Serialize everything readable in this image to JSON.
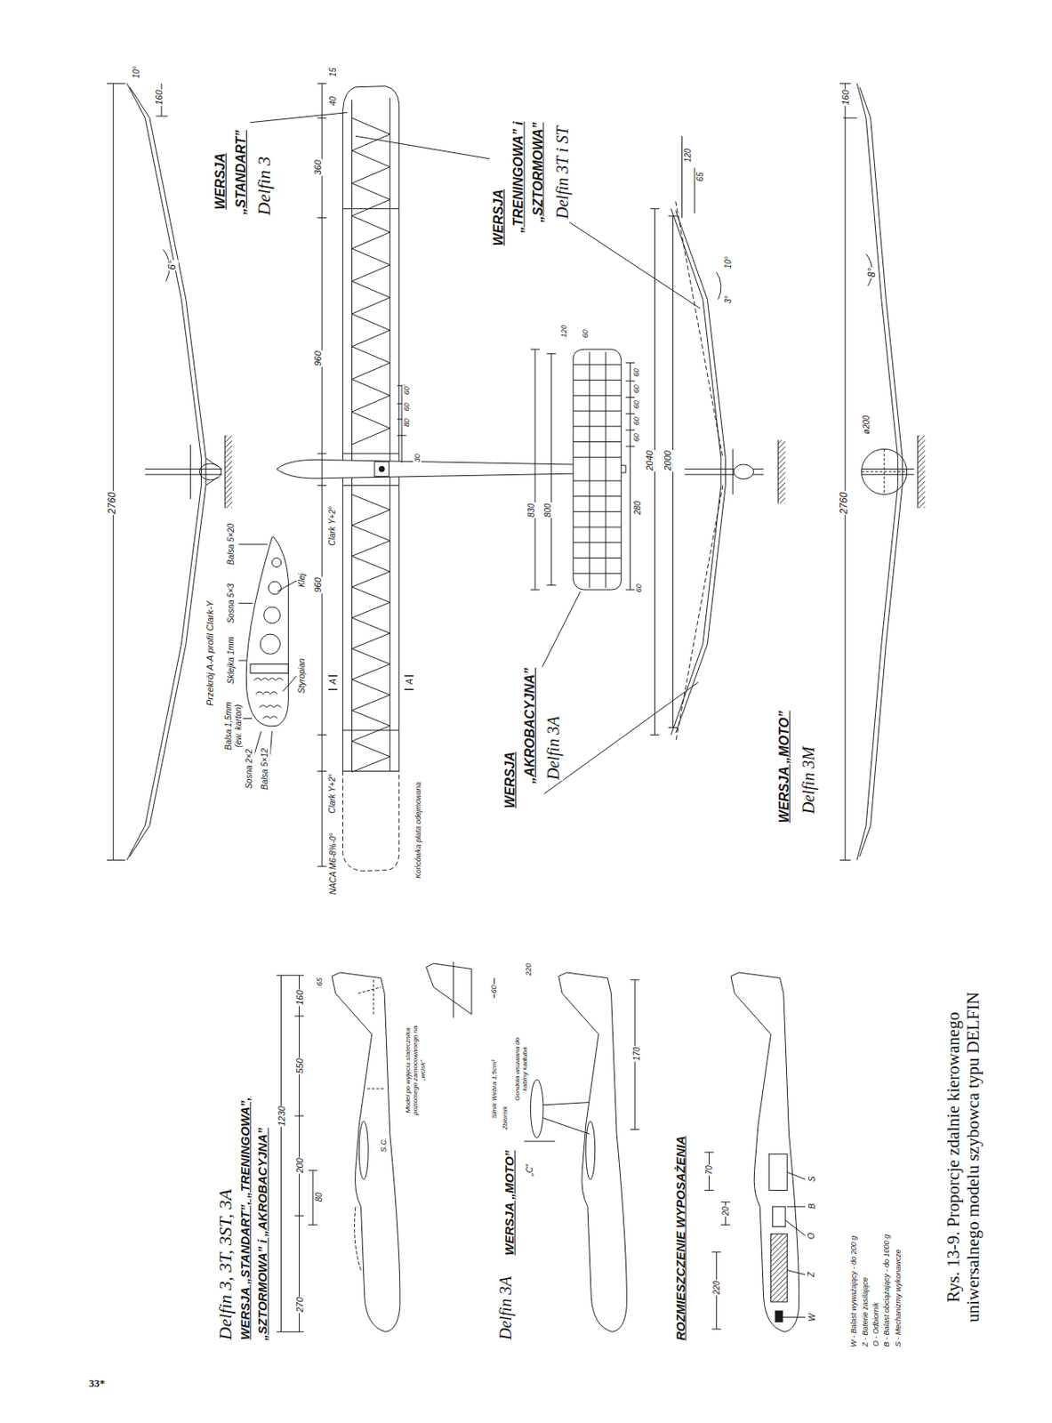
{
  "diagram": {
    "caption": "Rys. 13-9. Proporcje zdalnie kierowanego uniwersalnego modelu szybowca typu DELFIN",
    "labels": [
      "160",
      "10°",
      "2760",
      "6°",
      "WERSJA",
      "„STANDART”",
      "Delfin 3",
      "Przekrój A-A profil Clark-Y",
      "Balsa 5×20",
      "Sosna 5×3",
      "Sklejka 1mm",
      "Balsa 1,5mm (ew. karton)",
      "Klej",
      "Styropian",
      "Sosna 2×2",
      "Balsa 5×12",
      "15",
      "40",
      "360",
      "960",
      "60",
      "60",
      "80",
      "30",
      "960",
      "Clark Y+2°",
      "A",
      "A",
      "Clark Y+2°",
      "NACA M6-8%-0°",
      "Końcówka płata odejmowana",
      "830",
      "800",
      "120",
      "60",
      "60",
      "60",
      "60",
      "60",
      "60",
      "280",
      "60",
      "WERSJA",
      "„TRENINGOWA” i",
      "„SZTORMOWA”",
      "Delfin 3T i ST",
      "WERSJA",
      "„AKROBACYJNA”",
      "Delfin 3A",
      "2040",
      "2000",
      "120",
      "65",
      "10°",
      "3°",
      "WERSJA „MOTO”",
      "Delfin 3M",
      "160",
      "8°",
      "ø200",
      "2760",
      "Delfin 3, 3T, 3ST, 3A",
      "WERSJA „STANDART”, „TRENINGOWA”,",
      "„SZTORMOWA” i „AKROBACYJNA”",
      "1230",
      "270",
      "200",
      "550",
      "160",
      "80",
      "65",
      "S.C.",
      "Model po wyjęciu statecznika poziomego zamocowanego na „wcisk”",
      "Delfin 3A",
      "WERSJA „MOTO”",
      "Silnik Webra 1,5cm³",
      "Zbiornik",
      "Gondola wsuwana do kabiny kadłuba",
      "„C”",
      "60",
      "220",
      "170",
      "ROZMIESZCZENIE WYPOSAŻENIA",
      "220",
      "70",
      "20",
      "W",
      "Z",
      "O",
      "B",
      "S",
      "W - Balast wyważający - do 200 g",
      "Z - Baterie zasilające",
      "O - Odbiornik",
      "B - Balast obciążający - do 1000 g",
      "S - Mechanizmy wykonawcze",
      "33*"
    ]
  }
}
